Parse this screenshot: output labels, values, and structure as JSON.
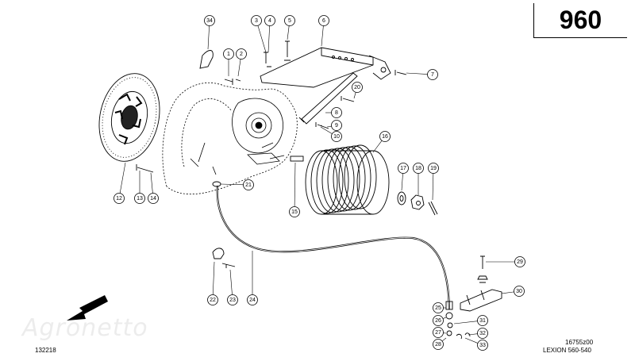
{
  "page_number": "960",
  "figure_code": "16755z00",
  "model": "LEXION 560-540",
  "doc_number": "132218",
  "watermark": "Agronetto",
  "callouts": [
    "34",
    "3",
    "4",
    "5",
    "6",
    "1",
    "2",
    "7",
    "20",
    "8",
    "9",
    "10",
    "16",
    "17",
    "18",
    "19",
    "12",
    "13",
    "14",
    "21",
    "15",
    "29",
    "30",
    "22",
    "23",
    "24",
    "25",
    "26",
    "31",
    "27",
    "32",
    "28",
    "33"
  ]
}
